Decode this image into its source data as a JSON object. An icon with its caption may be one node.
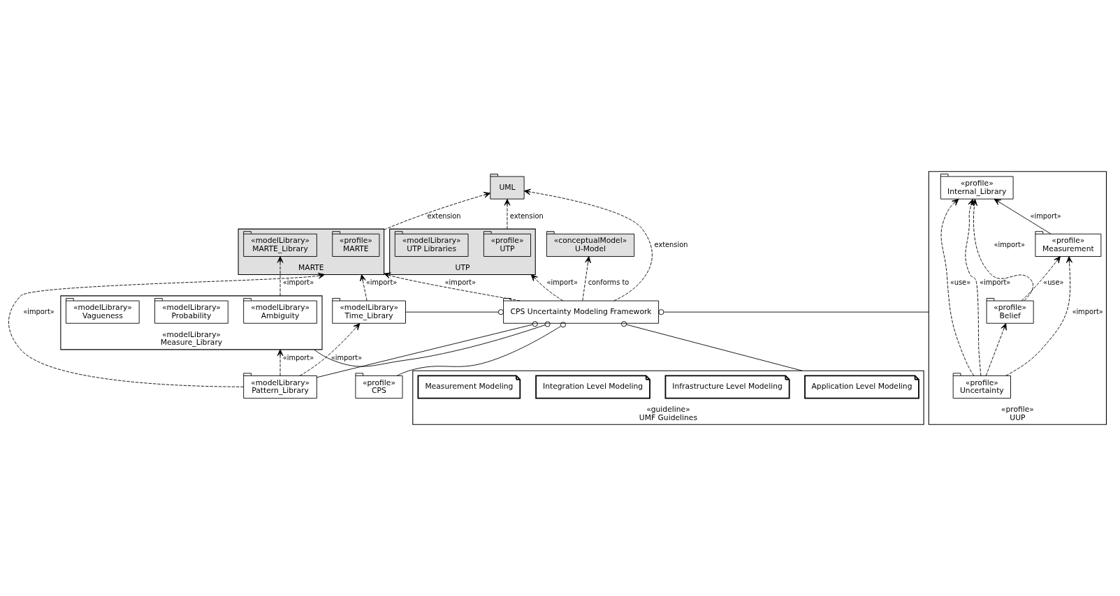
{
  "diagram": {
    "nodes": [
      {
        "text": [
          "UTP"
        ]
      },
      {
        "text": [
          "«profile»",
          "UTP"
        ],
        "in": 0
      },
      {
        "text": [
          "«modelLibrary»",
          "UTP Libraries"
        ],
        "in": 0
      },
      {
        "text": [
          "MARTE"
        ]
      },
      {
        "text": [
          "«profile»",
          "MARTE"
        ],
        "in": 3
      },
      {
        "text": [
          "«modelLibrary»",
          "MARTE_Library"
        ],
        "in": 3
      },
      {
        "text": [
          "«modelLibrary»",
          "Measure_Library"
        ]
      },
      {
        "text": [
          "«modelLibrary»",
          "Ambiguity"
        ],
        "in": 6
      },
      {
        "text": [
          "«modelLibrary»",
          "Probability"
        ],
        "in": 6
      },
      {
        "text": [
          "«modelLibrary»",
          "Vagueness"
        ],
        "in": 6
      },
      {
        "text": [
          "«conceptualModel»",
          "U-Model"
        ]
      },
      {
        "text": [
          "UML"
        ]
      },
      {
        "text": [
          "«modelLibrary»",
          "Pattern_Library"
        ]
      },
      {
        "text": [
          "«modelLibrary»",
          "Time_Library"
        ]
      },
      {
        "text": [
          "CPS Uncertainty Modeling Framework"
        ]
      },
      {
        "text": [
          "«profile»",
          "UUP"
        ]
      },
      {
        "text": [
          "«profile»",
          "Belief"
        ],
        "in": 15
      },
      {
        "text": [
          "«profile»",
          "Measurement"
        ],
        "in": 15
      },
      {
        "text": [
          "«profile»",
          "Uncertainty"
        ],
        "in": 15
      },
      {
        "text": [
          "«profile»",
          "Internal_Library"
        ],
        "in": 15
      },
      {
        "text": [
          "«profile»",
          "CPS"
        ]
      },
      {
        "text": [
          "«guideline»",
          "UMF Guidelines"
        ]
      },
      {
        "text": [
          "Application Level Modeling"
        ],
        "in": 21
      },
      {
        "text": [
          "Infrastructure Level Modeling"
        ],
        "in": 21
      },
      {
        "text": [
          "Integration Level Modeling"
        ],
        "in": 21
      },
      {
        "text": [
          "Measurement Modeling"
        ],
        "in": 21
      }
    ],
    "edges": [
      {
        "from": 0,
        "to": 11,
        "arrow": "to",
        "style": "dashed",
        "label": "extension"
      },
      {
        "from": 3,
        "to": 11,
        "arrow": "to",
        "style": "dashed",
        "label": "extension"
      },
      {
        "from": 6,
        "to": 5,
        "arrow": "to",
        "style": "dashed",
        "label": "«import»"
      },
      {
        "from": 12,
        "to": 6,
        "arrow": "to",
        "style": "dashed",
        "label": "«import»"
      },
      {
        "from": 12,
        "to": 3,
        "arrow": "to",
        "style": "dashed",
        "label": "«import»"
      },
      {
        "from": 12,
        "to": 13,
        "arrow": "to",
        "style": "dashed",
        "label": "«import»"
      },
      {
        "from": 13,
        "to": 3,
        "arrow": "to",
        "style": "dashed",
        "label": "«import»"
      },
      {
        "from": 14,
        "to": 3,
        "arrow": "to",
        "style": "dashed",
        "label": "«import»"
      },
      {
        "from": 14,
        "to": 11,
        "arrow": "to",
        "style": "dashed",
        "label": "extension"
      },
      {
        "from": 14,
        "to": 10,
        "arrow": "to",
        "style": "dashed",
        "label": "conforms to"
      },
      {
        "from": 14,
        "to": 0,
        "arrow": "to",
        "style": "dashed",
        "label": "«import»"
      },
      {
        "from": 14,
        "to": 12,
        "arrow": "other"
      },
      {
        "from": 14,
        "to": 13,
        "arrow": "other"
      },
      {
        "from": 14,
        "to": 6,
        "arrow": "other"
      },
      {
        "from": 14,
        "to": 15,
        "arrow": "other"
      },
      {
        "from": 14,
        "to": 20,
        "arrow": "other"
      },
      {
        "from": 14,
        "to": 21,
        "arrow": "other"
      },
      {
        "from": 16,
        "to": 17,
        "arrow": "to",
        "style": "dashed",
        "label": "«use»"
      },
      {
        "from": 16,
        "to": 19,
        "arrow": "to",
        "style": "dashed",
        "label": "«import»"
      },
      {
        "from": 18,
        "to": 16,
        "arrow": "to",
        "style": "dashed"
      },
      {
        "from": 18,
        "to": 17,
        "arrow": "to",
        "style": "dashed",
        "label": "«import»"
      },
      {
        "from": 17,
        "to": 19,
        "arrow": "to",
        "label": "«import»"
      },
      {
        "from": 18,
        "to": 19,
        "arrow": "to",
        "style": "dashed",
        "label": "«use»"
      },
      {
        "from": 18,
        "to": 19,
        "arrow": "to",
        "style": "dashed",
        "label": "«import»"
      }
    ]
  }
}
